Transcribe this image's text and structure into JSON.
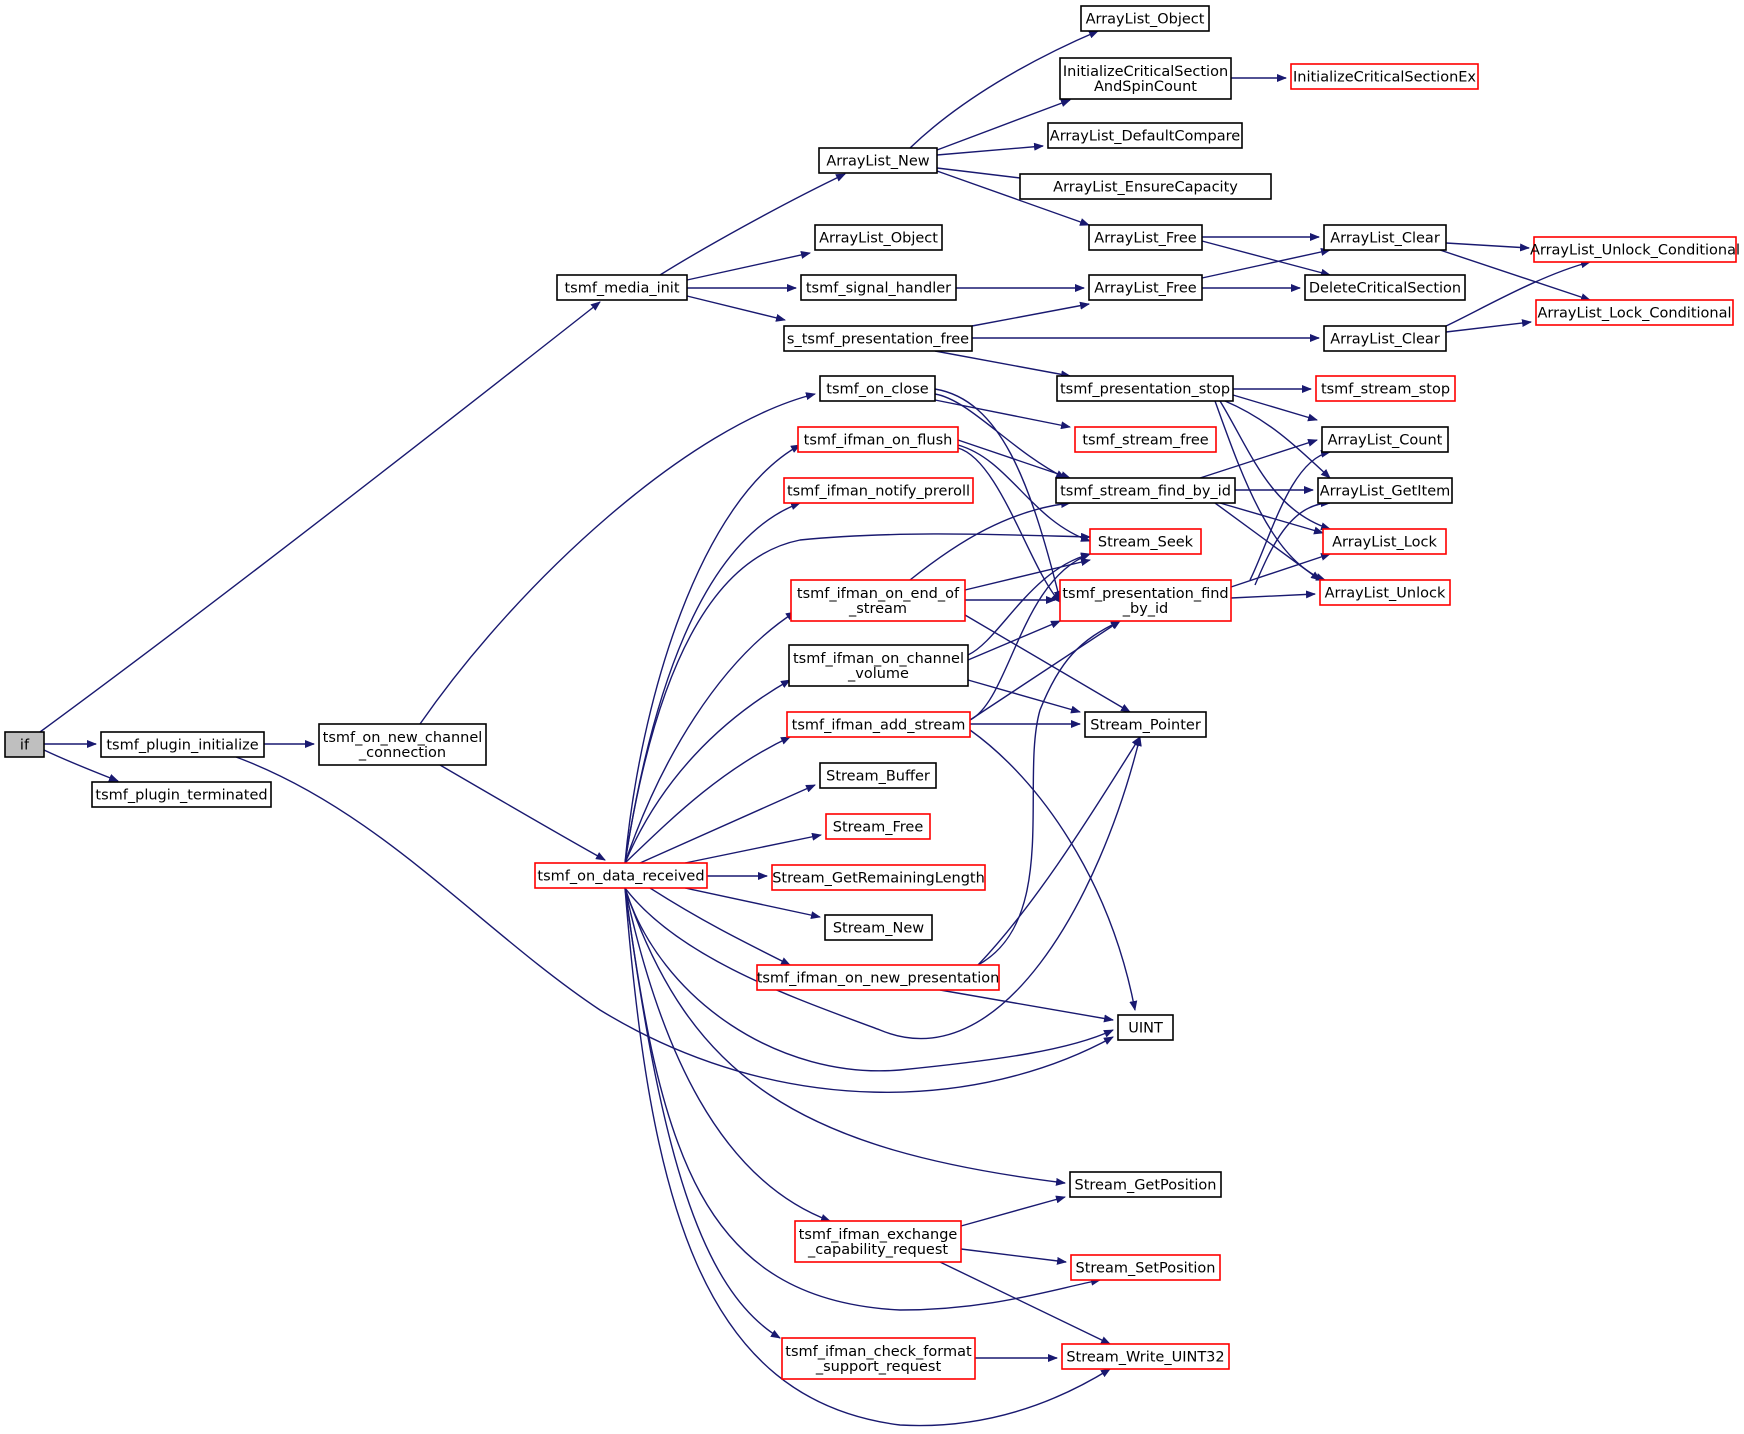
{
  "graph": {
    "colors": {
      "edge": "#191970",
      "red_border": "#ff0000",
      "black_border": "#000000",
      "root_fill": "#bfbfbf"
    },
    "nodes": [
      {
        "id": "if",
        "lines": [
          "if"
        ],
        "border": "root"
      },
      {
        "id": "plugin_init",
        "lines": [
          "tsmf_plugin_initialize"
        ],
        "border": "black"
      },
      {
        "id": "plugin_term",
        "lines": [
          "tsmf_plugin_terminated"
        ],
        "border": "black"
      },
      {
        "id": "on_new_chan",
        "lines": [
          "tsmf_on_new_channel",
          "_connection"
        ],
        "border": "black"
      },
      {
        "id": "media_init",
        "lines": [
          "tsmf_media_init"
        ],
        "border": "black"
      },
      {
        "id": "on_data",
        "lines": [
          "tsmf_on_data_received"
        ],
        "border": "red"
      },
      {
        "id": "al_new",
        "lines": [
          "ArrayList_New"
        ],
        "border": "black"
      },
      {
        "id": "al_object_mid",
        "lines": [
          "ArrayList_Object"
        ],
        "border": "black"
      },
      {
        "id": "signal_handler",
        "lines": [
          "tsmf_signal_handler"
        ],
        "border": "black"
      },
      {
        "id": "pres_free",
        "lines": [
          "s_tsmf_presentation_free"
        ],
        "border": "black"
      },
      {
        "id": "on_close",
        "lines": [
          "tsmf_on_close"
        ],
        "border": "black"
      },
      {
        "id": "on_flush",
        "lines": [
          "tsmf_ifman_on_flush"
        ],
        "border": "red"
      },
      {
        "id": "notify_preroll",
        "lines": [
          "tsmf_ifman_notify_preroll"
        ],
        "border": "red"
      },
      {
        "id": "end_of_stream",
        "lines": [
          "tsmf_ifman_on_end_of",
          "_stream"
        ],
        "border": "red"
      },
      {
        "id": "chan_volume",
        "lines": [
          "tsmf_ifman_on_channel",
          "_volume"
        ],
        "border": "black"
      },
      {
        "id": "add_stream",
        "lines": [
          "tsmf_ifman_add_stream"
        ],
        "border": "red"
      },
      {
        "id": "stream_buffer",
        "lines": [
          "Stream_Buffer"
        ],
        "border": "black"
      },
      {
        "id": "stream_free",
        "lines": [
          "Stream_Free"
        ],
        "border": "red"
      },
      {
        "id": "get_remaining",
        "lines": [
          "Stream_GetRemainingLength"
        ],
        "border": "red"
      },
      {
        "id": "stream_new",
        "lines": [
          "Stream_New"
        ],
        "border": "black"
      },
      {
        "id": "new_presentation",
        "lines": [
          "tsmf_ifman_on_new_presentation"
        ],
        "border": "red"
      },
      {
        "id": "exchange_cap",
        "lines": [
          "tsmf_ifman_exchange",
          "_capability_request"
        ],
        "border": "red"
      },
      {
        "id": "check_format",
        "lines": [
          "tsmf_ifman_check_format",
          "_support_request"
        ],
        "border": "red"
      },
      {
        "id": "al_object_top",
        "lines": [
          "ArrayList_Object"
        ],
        "border": "black"
      },
      {
        "id": "init_cs",
        "lines": [
          "InitializeCriticalSection",
          "AndSpinCount"
        ],
        "border": "black"
      },
      {
        "id": "default_compare",
        "lines": [
          "ArrayList_DefaultCompare"
        ],
        "border": "black"
      },
      {
        "id": "ensure_capacity",
        "lines": [
          "ArrayList_EnsureCapacity"
        ],
        "border": "black"
      },
      {
        "id": "al_free1",
        "lines": [
          "ArrayList_Free"
        ],
        "border": "black"
      },
      {
        "id": "al_free2",
        "lines": [
          "ArrayList_Free"
        ],
        "border": "black"
      },
      {
        "id": "pres_stop",
        "lines": [
          "tsmf_presentation_stop"
        ],
        "border": "black"
      },
      {
        "id": "stream_free2",
        "lines": [
          "tsmf_stream_free"
        ],
        "border": "red"
      },
      {
        "id": "find_by_id",
        "lines": [
          "tsmf_stream_find_by_id"
        ],
        "border": "black"
      },
      {
        "id": "stream_seek",
        "lines": [
          "Stream_Seek"
        ],
        "border": "red"
      },
      {
        "id": "pres_find",
        "lines": [
          "tsmf_presentation_find",
          "_by_id"
        ],
        "border": "red"
      },
      {
        "id": "stream_pointer",
        "lines": [
          "Stream_Pointer"
        ],
        "border": "black"
      },
      {
        "id": "uint",
        "lines": [
          "UINT"
        ],
        "border": "black"
      },
      {
        "id": "get_position",
        "lines": [
          "Stream_GetPosition"
        ],
        "border": "black"
      },
      {
        "id": "set_position",
        "lines": [
          "Stream_SetPosition"
        ],
        "border": "red"
      },
      {
        "id": "write_uint32",
        "lines": [
          "Stream_Write_UINT32"
        ],
        "border": "red"
      },
      {
        "id": "init_cs_ex",
        "lines": [
          "InitializeCriticalSectionEx"
        ],
        "border": "red"
      },
      {
        "id": "al_clear1",
        "lines": [
          "ArrayList_Clear"
        ],
        "border": "black"
      },
      {
        "id": "delete_cs",
        "lines": [
          "DeleteCriticalSection"
        ],
        "border": "black"
      },
      {
        "id": "al_clear2",
        "lines": [
          "ArrayList_Clear"
        ],
        "border": "black"
      },
      {
        "id": "stream_stop",
        "lines": [
          "tsmf_stream_stop"
        ],
        "border": "red"
      },
      {
        "id": "al_count",
        "lines": [
          "ArrayList_Count"
        ],
        "border": "black"
      },
      {
        "id": "al_getitem",
        "lines": [
          "ArrayList_GetItem"
        ],
        "border": "black"
      },
      {
        "id": "al_lock",
        "lines": [
          "ArrayList_Lock"
        ],
        "border": "red"
      },
      {
        "id": "al_unlock",
        "lines": [
          "ArrayList_Unlock"
        ],
        "border": "red"
      },
      {
        "id": "unlock_cond",
        "lines": [
          "ArrayList_Unlock_Conditional"
        ],
        "border": "red"
      },
      {
        "id": "lock_cond",
        "lines": [
          "ArrayList_Lock_Conditional"
        ],
        "border": "red"
      }
    ]
  }
}
